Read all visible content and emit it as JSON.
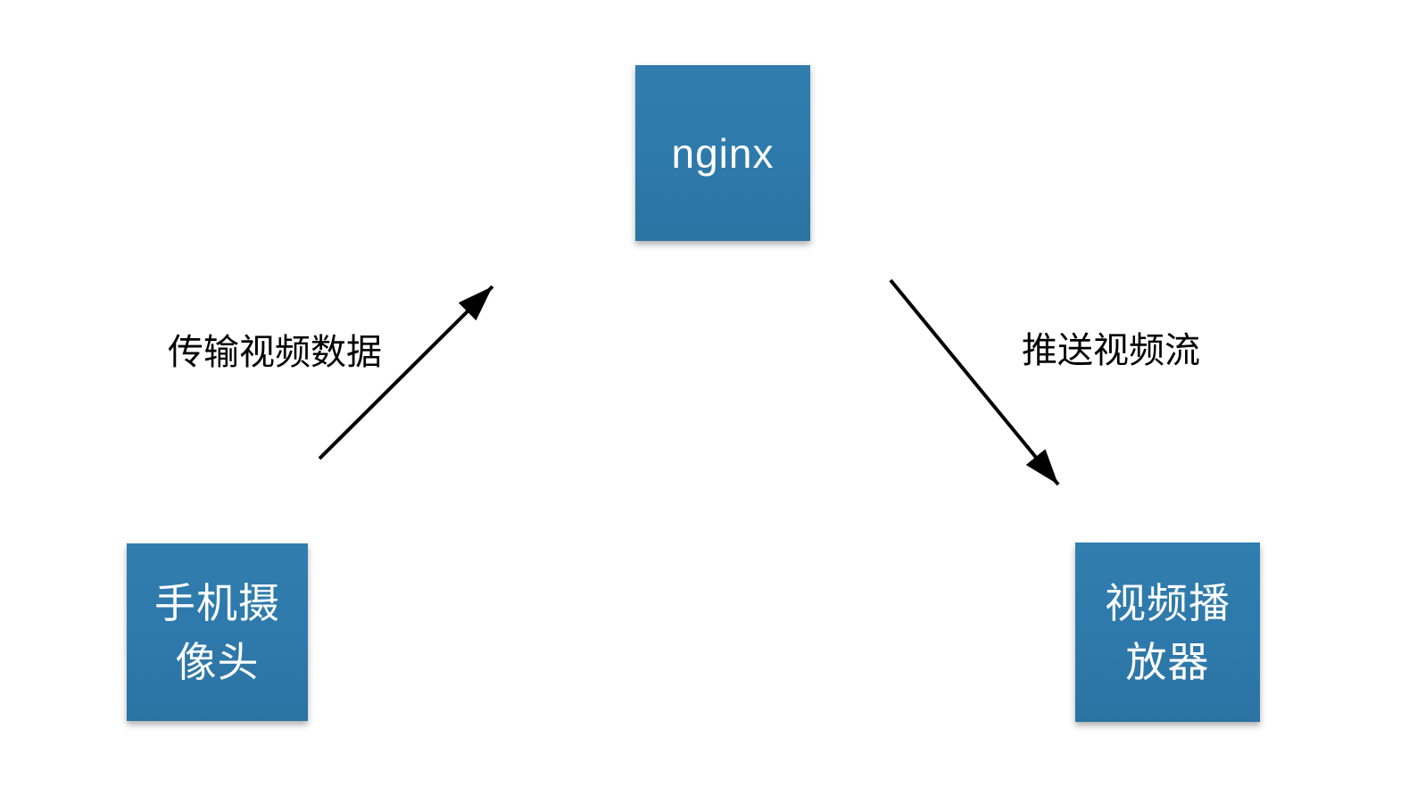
{
  "diagram": {
    "background_color": "#ffffff",
    "node_fill_color": "#2e79ab",
    "node_text_color": "#ffffff",
    "arrow_color": "#000000",
    "edge_label_color": "#000000",
    "nodes": {
      "nginx": {
        "label": "nginx"
      },
      "phone_camera": {
        "label": "手机摄像头",
        "line1": "手机摄",
        "line2": "像头"
      },
      "video_player": {
        "label": "视频播放器",
        "line1": "视频播",
        "line2": "放器"
      }
    },
    "edges": {
      "camera_to_nginx": {
        "from": "手机摄像头",
        "to": "nginx",
        "label": "传输视频数据"
      },
      "nginx_to_player": {
        "from": "nginx",
        "to": "视频播放器",
        "label": "推送视频流"
      }
    }
  }
}
